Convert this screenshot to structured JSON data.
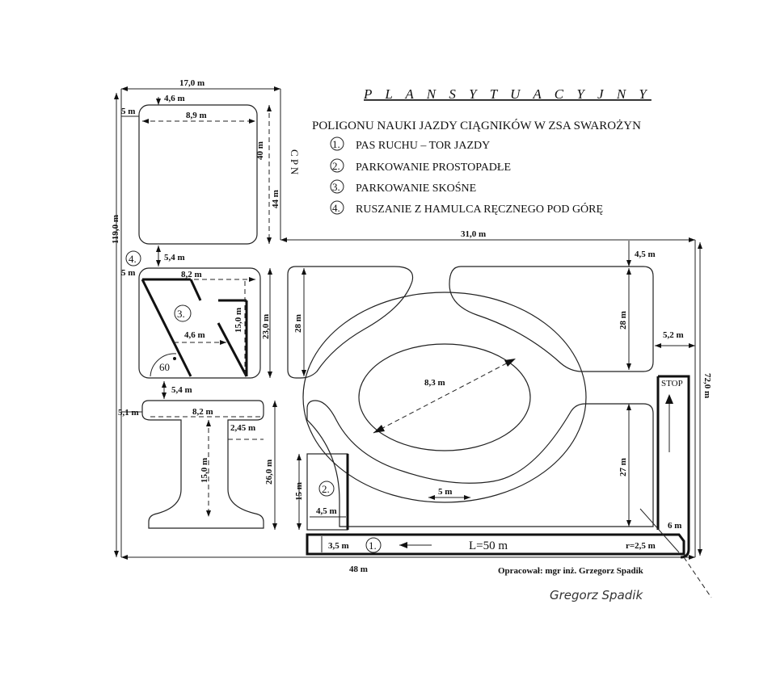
{
  "title": "P L A N   S Y T U A C Y J N Y",
  "subtitle": "POLIGONU NAUKI JAZDY CIĄGNIKÓW W ZSA SWAROŻYN",
  "legend": [
    {
      "num": "1.",
      "text": "PAS RUCHU – TOR JAZDY"
    },
    {
      "num": "2.",
      "text": "PARKOWANIE PROSTOPADŁE"
    },
    {
      "num": "3.",
      "text": "PARKOWANIE SKOŚNE"
    },
    {
      "num": "4.",
      "text": "RUSZANIE Z HAMULCA RĘCZNEGO POD GÓRĘ"
    }
  ],
  "cpn_label": "C P N",
  "dimensions": {
    "d17": "17,0 m",
    "d4_6a": "4,6 m",
    "d5a": "5 m",
    "d8_9": "8,9 m",
    "d40": "40 m",
    "d44": "44 m",
    "d119": "119,0 m",
    "d31": "31,0 m",
    "d4_5a": "4,5 m",
    "d5_4a": "5,4 m",
    "d5b": "5 m",
    "d8_2a": "8,2 m",
    "d15a": "15,0 m",
    "d23": "23,0 m",
    "d28a": "28 m",
    "d4_6b": "4,6 m",
    "d60": "60",
    "d5_4b": "5,4 m",
    "d28b": "28 m",
    "d5_2": "5,2 m",
    "d8_3": "8,3 m",
    "d72": "72,0 m",
    "d5_1": "5,1 m",
    "d8_2b": "8,2 m",
    "d2_45": "2,45 m",
    "d15b": "15,0 m",
    "d26": "26,0 m",
    "d15c": "15 m",
    "d4_5b": "4,5 m",
    "d5c": "5 m",
    "d27": "27 m",
    "d6": "6 m",
    "d3_5": "3,5 m",
    "r2_5": "r=2,5 m",
    "d48": "48 m"
  },
  "markers": {
    "m1": "1.",
    "m2": "2.",
    "m3": "3.",
    "m4": "4."
  },
  "lane_length": "L=50 m",
  "stop_sign": "STOP",
  "author": "Opracował: mgr inż. Grzegorz Spadik",
  "signature": "Gregorz Spadik"
}
